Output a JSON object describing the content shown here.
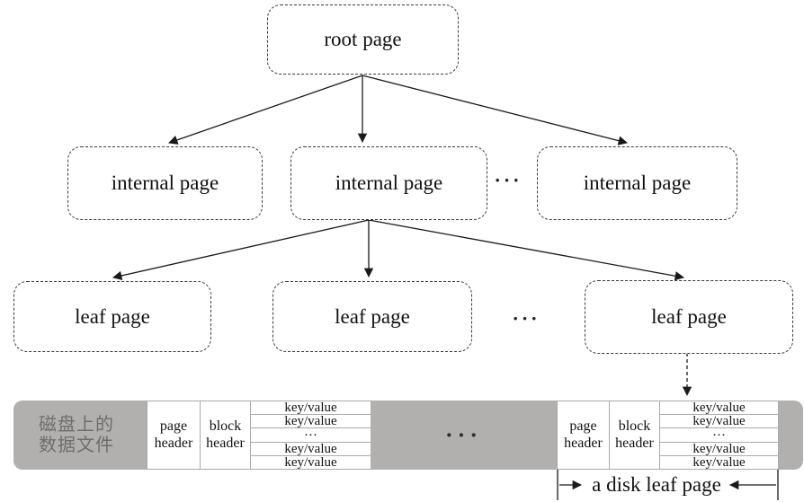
{
  "tree": {
    "root": "root page",
    "internal": [
      "internal page",
      "internal page",
      "internal page"
    ],
    "internal_row_ellipsis": "···",
    "leaf": [
      "leaf page",
      "leaf page",
      "leaf page"
    ],
    "leaf_row_ellipsis": "···"
  },
  "disk_bar": {
    "file_label_line1": "磁盘上的",
    "file_label_line2": "数据文件",
    "page_header": "page header",
    "block_header": "block header",
    "kv_rows": [
      "key/value",
      "key/value",
      "···",
      "key/value",
      "key/value"
    ],
    "middle_ellipsis": "···"
  },
  "annotation": {
    "disk_leaf_page": "a disk leaf page"
  },
  "colors": {
    "gray_block": "#b2b0ae",
    "gray_label_text": "#6f6d6b",
    "cell_border": "#a9a9a9",
    "line_color": "#1a1a1a"
  }
}
